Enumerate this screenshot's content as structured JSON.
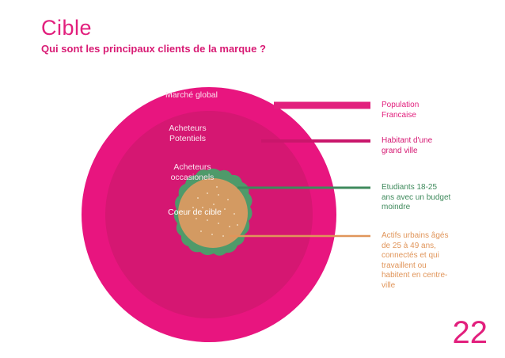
{
  "header": {
    "title": "Cible",
    "subtitle": "Qui sont les principaux clients de la marque ?"
  },
  "diagram": {
    "rings": [
      {
        "label": "Marché global",
        "color": "#e8157f"
      },
      {
        "label": "Acheteurs Potentiels",
        "color": "#d51772"
      },
      {
        "label": "Acheteurs occasionels",
        "color": "#4f9a6a"
      },
      {
        "label": "Coeur de cible",
        "color": "#d39a62"
      }
    ]
  },
  "legend": [
    {
      "text": "Population Francaise",
      "color": "#e21f7d"
    },
    {
      "text": "Habitant d'une grand ville",
      "color": "#d51772"
    },
    {
      "text": "Etudiants 18-25 ans avec un budget moindre",
      "color": "#3f8a5c"
    },
    {
      "text": "Actifs urbains âgés de 25 à 49 ans, connectés et qui travaillent ou habitent en centre-ville",
      "color": "#e0955a"
    }
  ],
  "footer": {
    "page_number": "22"
  }
}
